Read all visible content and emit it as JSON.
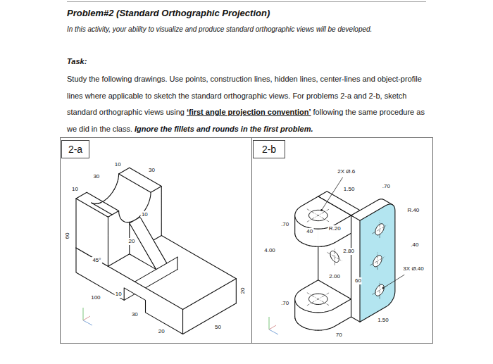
{
  "diagram": {
    "title": "Problem#2 (Standard Orthographic Projection)",
    "nodes": [
      {
        "text": [
          "2-a"
        ]
      },
      {
        "text": [
          "2-b"
        ]
      }
    ],
    "labels": [
      "In this activity, your ability to visualize and produce standard orthographic views will be developed.",
      "Task:",
      "Study the following drawings. Use points, construction lines, hidden lines, center-lines and object-profile lines where applicable to sketch the standard orthographic views. For problems 2-a and 2-b, sketch standard orthographic views using",
      "‘first angle projection convention’",
      "following the same procedure as we did in the class.",
      "Ignore the fillets and rounds in the first problem.",
      "10",
      "30",
      "10",
      "30",
      "10",
      "20",
      "60",
      "45°",
      "10",
      "30",
      "100",
      "20",
      "50",
      "20",
      "2X Ø.6",
      "1.50",
      ".70",
      ".70",
      "R.40",
      "R.20",
      "4.00",
      "40",
      "2.80",
      ".40",
      ".70",
      "3X Ø.40",
      "2.00",
      "60",
      "1.50",
      "70"
    ]
  }
}
